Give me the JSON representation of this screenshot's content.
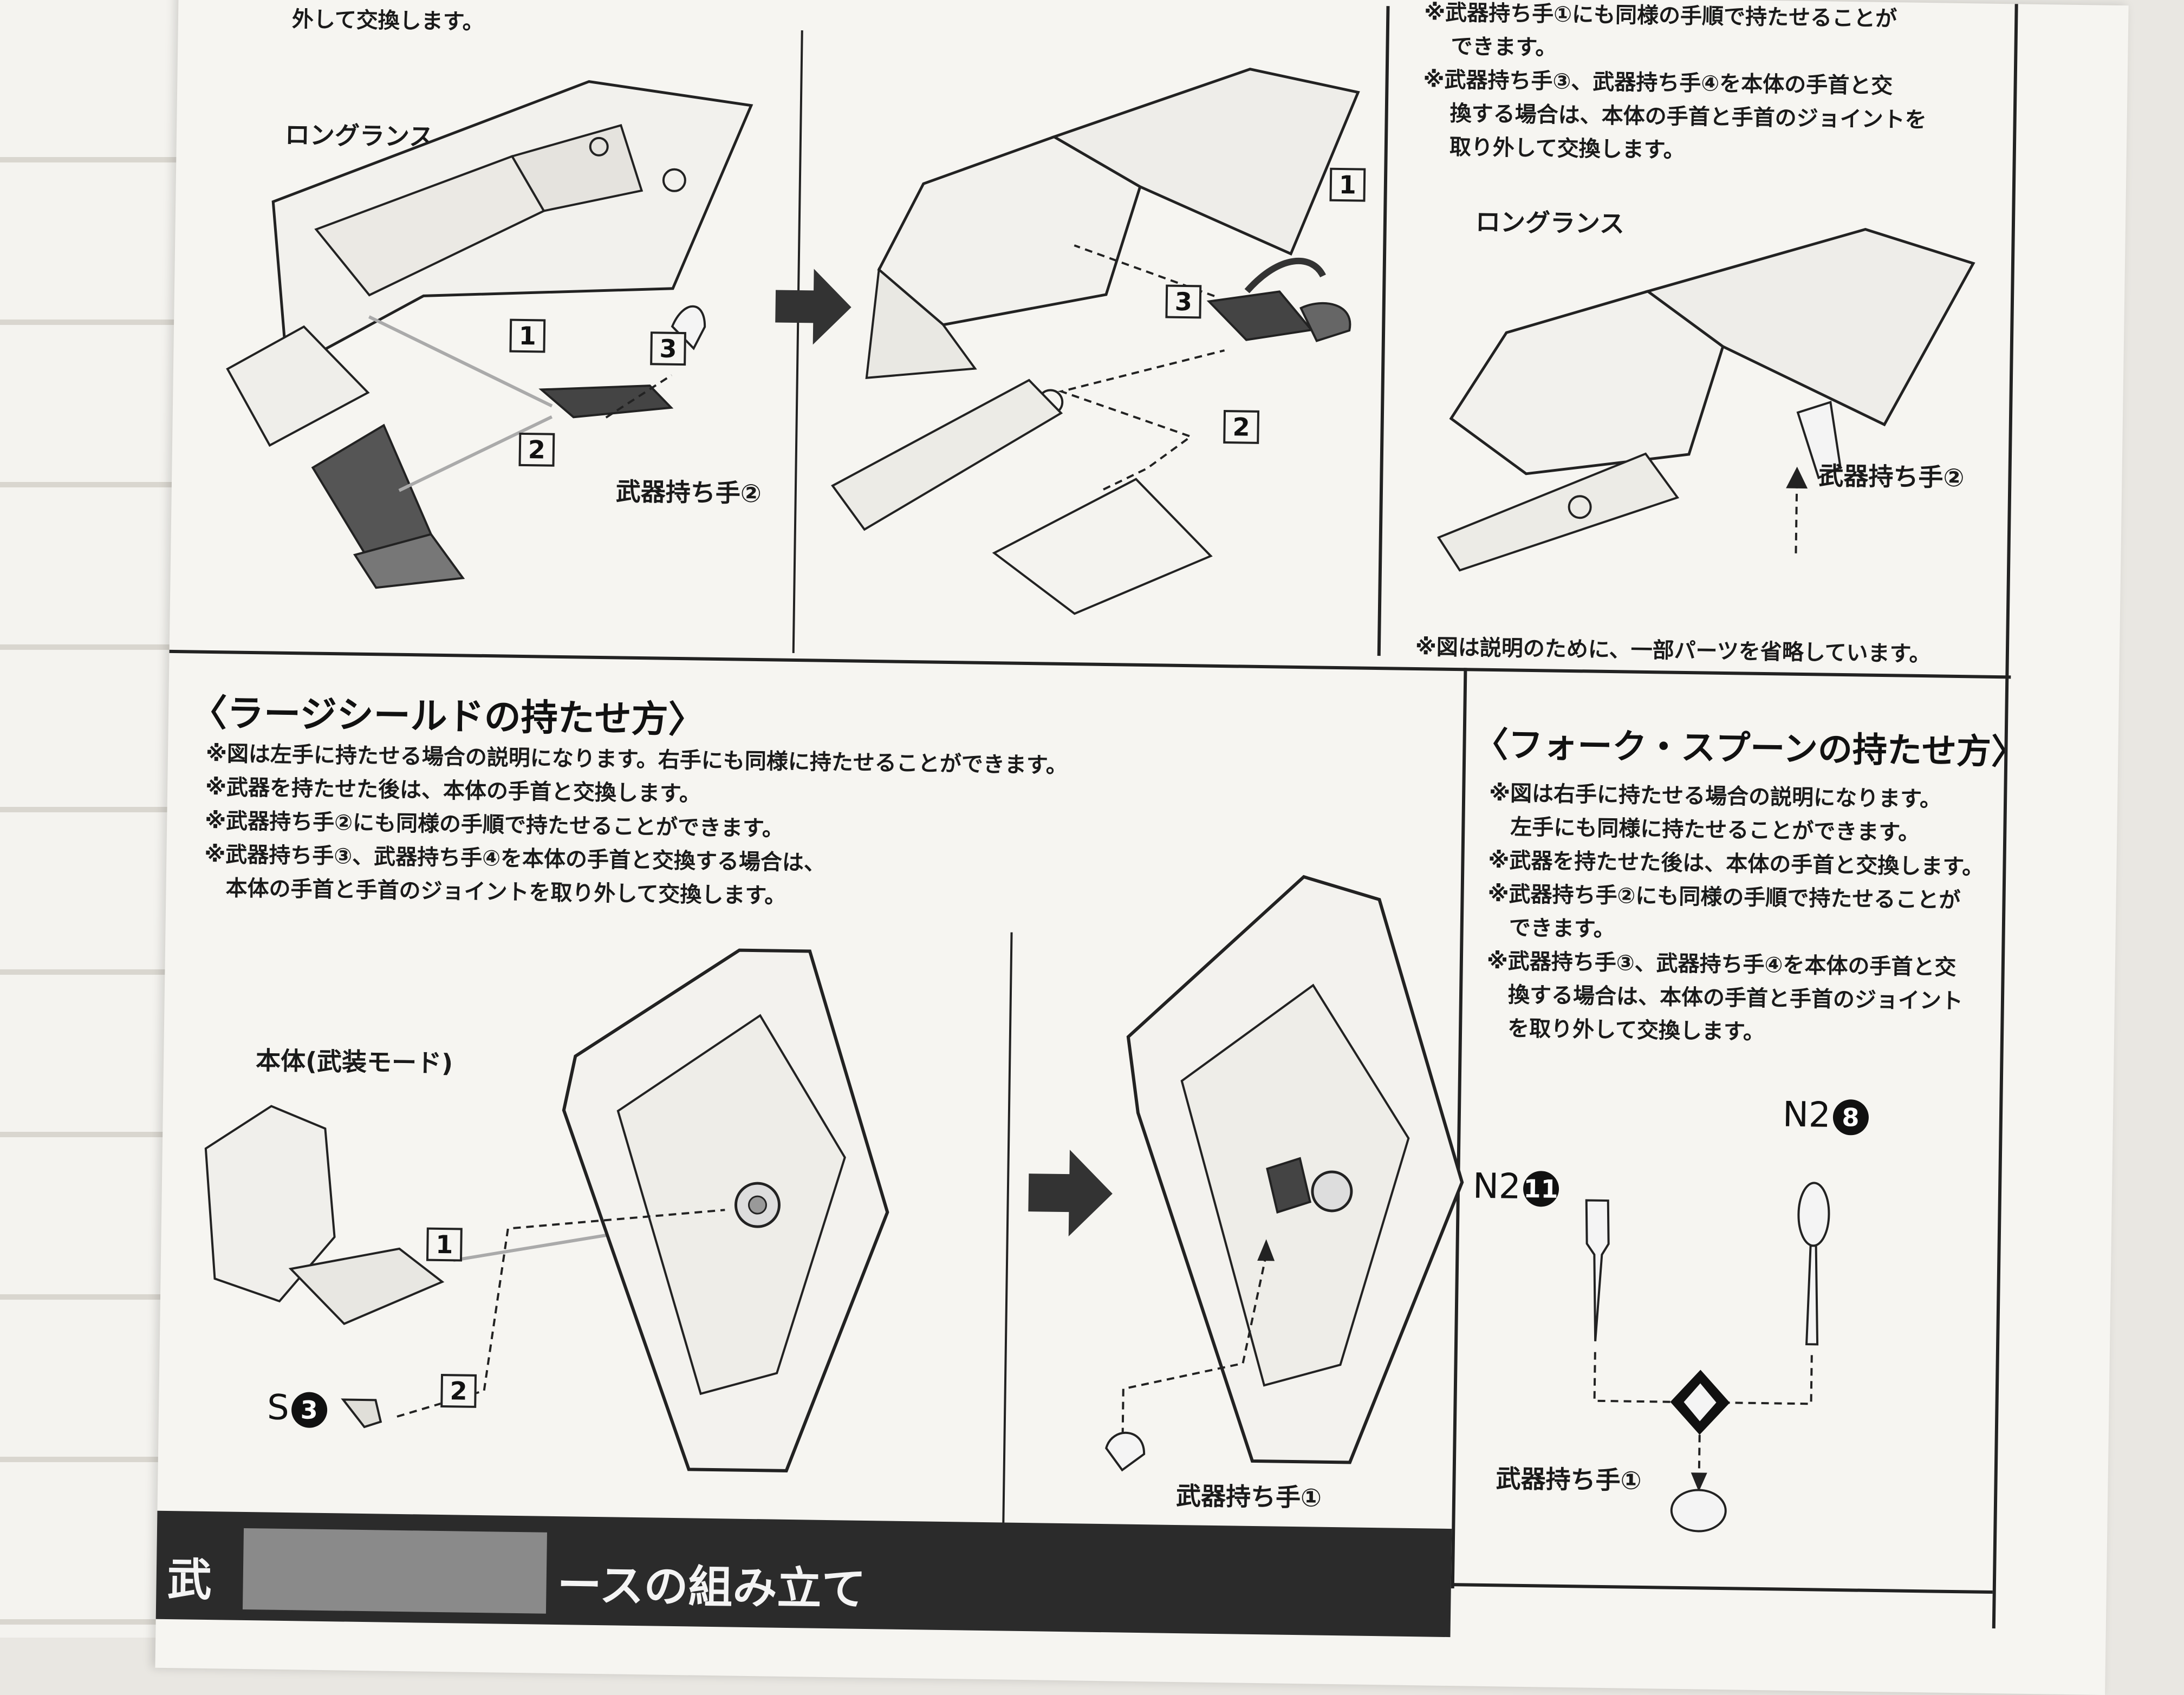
{
  "top_left": {
    "cut_text": "外して交換します。",
    "label_longlance": "ロングランス",
    "label_hand2": "武器持ち手②"
  },
  "top_right": {
    "notes": [
      "※武器持ち手①にも同様の手順で持たせることが",
      "できます。",
      "※武器持ち手③、武器持ち手④を本体の手首と交",
      "換する場合は、本体の手首と手首のジョイントを",
      "取り外して交換します。"
    ],
    "label_longlance": "ロングランス",
    "label_hand2": "武器持ち手②",
    "footnote": "※図は説明のために、一部パーツを省略しています。"
  },
  "steps": {
    "s1": "1",
    "s2": "2",
    "s3": "3"
  },
  "shield_section": {
    "title": "〈ラージシールドの持たせ方〉",
    "notes": [
      "※図は左手に持たせる場合の説明になります。右手にも同様に持たせることができます。",
      "※武器を持たせた後は、本体の手首と交換します。",
      "※武器持ち手②にも同様の手順で持たせることができます。",
      "※武器持ち手③、武器持ち手④を本体の手首と交換する場合は、",
      "本体の手首と手首のジョイントを取り外して交換します。"
    ],
    "label_body": "本体(武装モード)",
    "part_code": "S",
    "part_num": "3",
    "label_hand1": "武器持ち手①"
  },
  "fork_section": {
    "title": "〈フォーク・スプーンの持たせ方〉",
    "notes": [
      "※図は右手に持たせる場合の説明になります。",
      "左手にも同様に持たせることができます。",
      "※武器を持たせた後は、本体の手首と交換します。",
      "※武器持ち手②にも同様の手順で持たせることが",
      "できます。",
      "※武器持ち手③、武器持ち手④を本体の手首と交",
      "換する場合は、本体の手首と手首のジョイント",
      "を取り外して交換します。"
    ],
    "fork_code": "N2",
    "fork_num": "11",
    "spoon_code": "N2",
    "spoon_num": "8",
    "label_hand1": "武器持ち手①"
  },
  "bottom_band": {
    "text_left": "武",
    "text_right": "ースの組み立て"
  }
}
